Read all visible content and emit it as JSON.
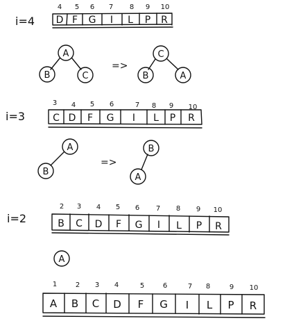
{
  "steps": [
    {
      "label": "i=4",
      "indices": [
        "4",
        "5",
        "6",
        "7",
        "8",
        "9",
        "10"
      ],
      "cells": [
        "D",
        "F",
        "G",
        "I",
        "L",
        "P",
        "R"
      ],
      "trees": [
        {
          "nodes": [
            "A",
            "B",
            "C"
          ]
        },
        {
          "nodes": [
            "C",
            "B",
            "A"
          ]
        }
      ],
      "arrow": "=>"
    },
    {
      "label": "i=3",
      "indices": [
        "3",
        "4",
        "5",
        "6",
        "7",
        "8",
        "9",
        "10"
      ],
      "cells": [
        "C",
        "D",
        "F",
        "G",
        "I",
        "L",
        "P",
        "R"
      ],
      "trees": [
        {
          "nodes": [
            "A",
            "B"
          ]
        },
        {
          "nodes": [
            "B",
            "A"
          ]
        }
      ],
      "arrow": "=>"
    },
    {
      "label": "i=2",
      "indices": [
        "2",
        "3",
        "4",
        "5",
        "6",
        "7",
        "8",
        "9",
        "10"
      ],
      "cells": [
        "B",
        "C",
        "D",
        "F",
        "G",
        "I",
        "L",
        "P",
        "R"
      ],
      "trees": [
        {
          "nodes": [
            "A"
          ]
        }
      ]
    },
    {
      "label": "",
      "indices": [
        "1",
        "2",
        "3",
        "4",
        "5",
        "6",
        "7",
        "8",
        "9",
        "10"
      ],
      "cells": [
        "A",
        "B",
        "C",
        "D",
        "F",
        "G",
        "I",
        "L",
        "P",
        "R"
      ]
    }
  ]
}
